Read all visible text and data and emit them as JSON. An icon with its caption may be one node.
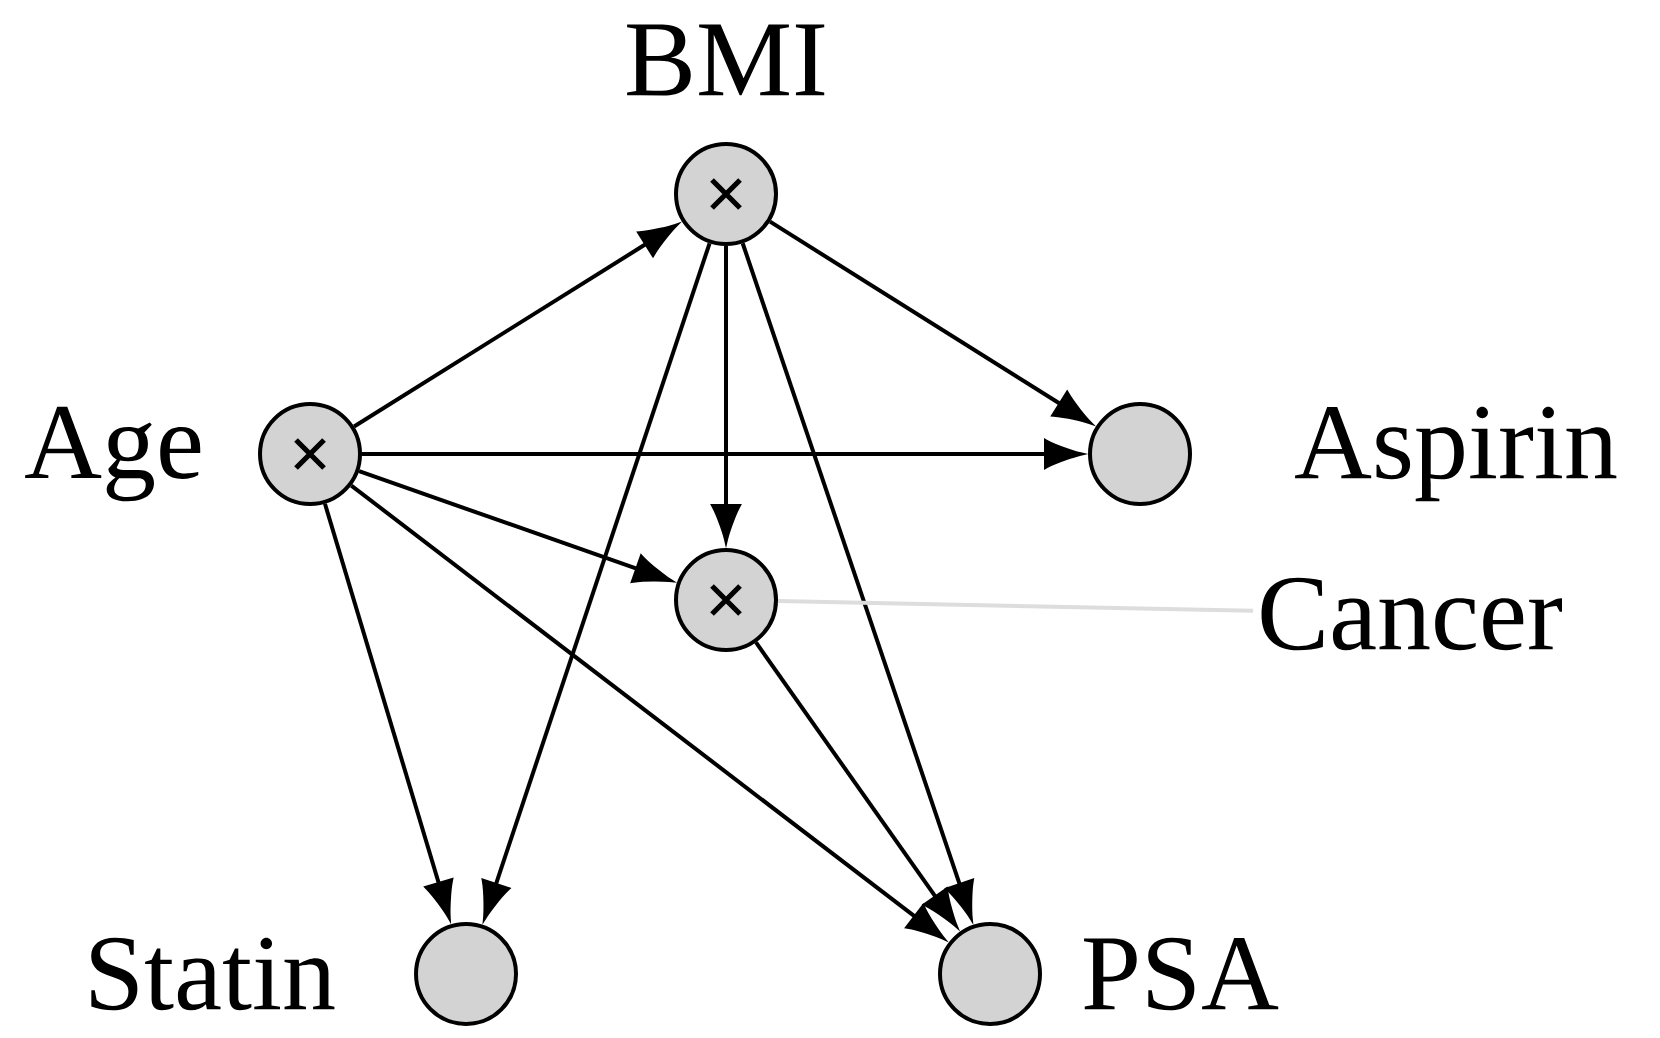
{
  "diagram": {
    "nodes": [
      {
        "text": [
          "Age"
        ]
      },
      {
        "text": [
          "BMI"
        ]
      },
      {
        "text": [
          "Aspirin"
        ]
      },
      {
        "text": [],
        "shape": "circle"
      },
      {
        "text": [
          "Cancer"
        ]
      },
      {
        "text": [
          "Statin"
        ]
      },
      {
        "text": [
          "PSA"
        ]
      }
    ],
    "edges": [
      {
        "from": 0,
        "to": 1,
        "arrow": "to"
      },
      {
        "from": 0,
        "to": 2,
        "arrow": "to"
      },
      {
        "from": 0,
        "to": 3,
        "arrow": "to"
      },
      {
        "from": 0,
        "to": 5,
        "arrow": "to"
      },
      {
        "from": 0,
        "to": 6,
        "arrow": "to"
      },
      {
        "from": 1,
        "to": 2,
        "arrow": "to"
      },
      {
        "from": 1,
        "to": 3,
        "arrow": "to"
      },
      {
        "from": 1,
        "to": 5,
        "arrow": "to"
      },
      {
        "from": 1,
        "to": 6,
        "arrow": "to"
      },
      {
        "from": 3,
        "to": 6,
        "arrow": "to"
      },
      {
        "from": 4,
        "to": 3,
        "arrow": "none",
        "color": "#dddddd"
      }
    ]
  }
}
